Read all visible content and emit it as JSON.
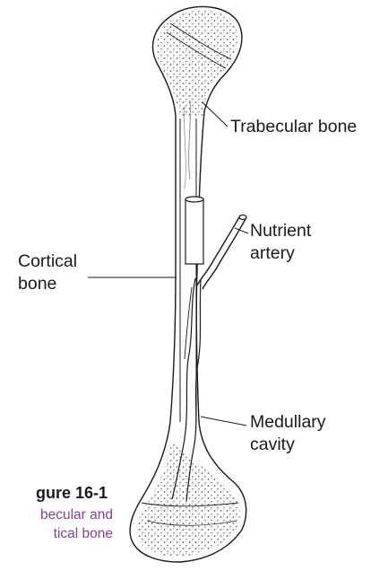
{
  "labels": {
    "trabecular": "Trabecular bone",
    "nutrient_line1": "Nutrient",
    "nutrient_line2": "artery",
    "cortical_line1": "Cortical",
    "cortical_line2": "bone",
    "medullary_line1": "Medullary",
    "medullary_line2": "cavity"
  },
  "caption": {
    "title": "gure 16-1",
    "line1": "becular and",
    "line2": "tical bone"
  },
  "colors": {
    "ink": "#1a1a1a",
    "caption_accent": "#8a3f98"
  }
}
